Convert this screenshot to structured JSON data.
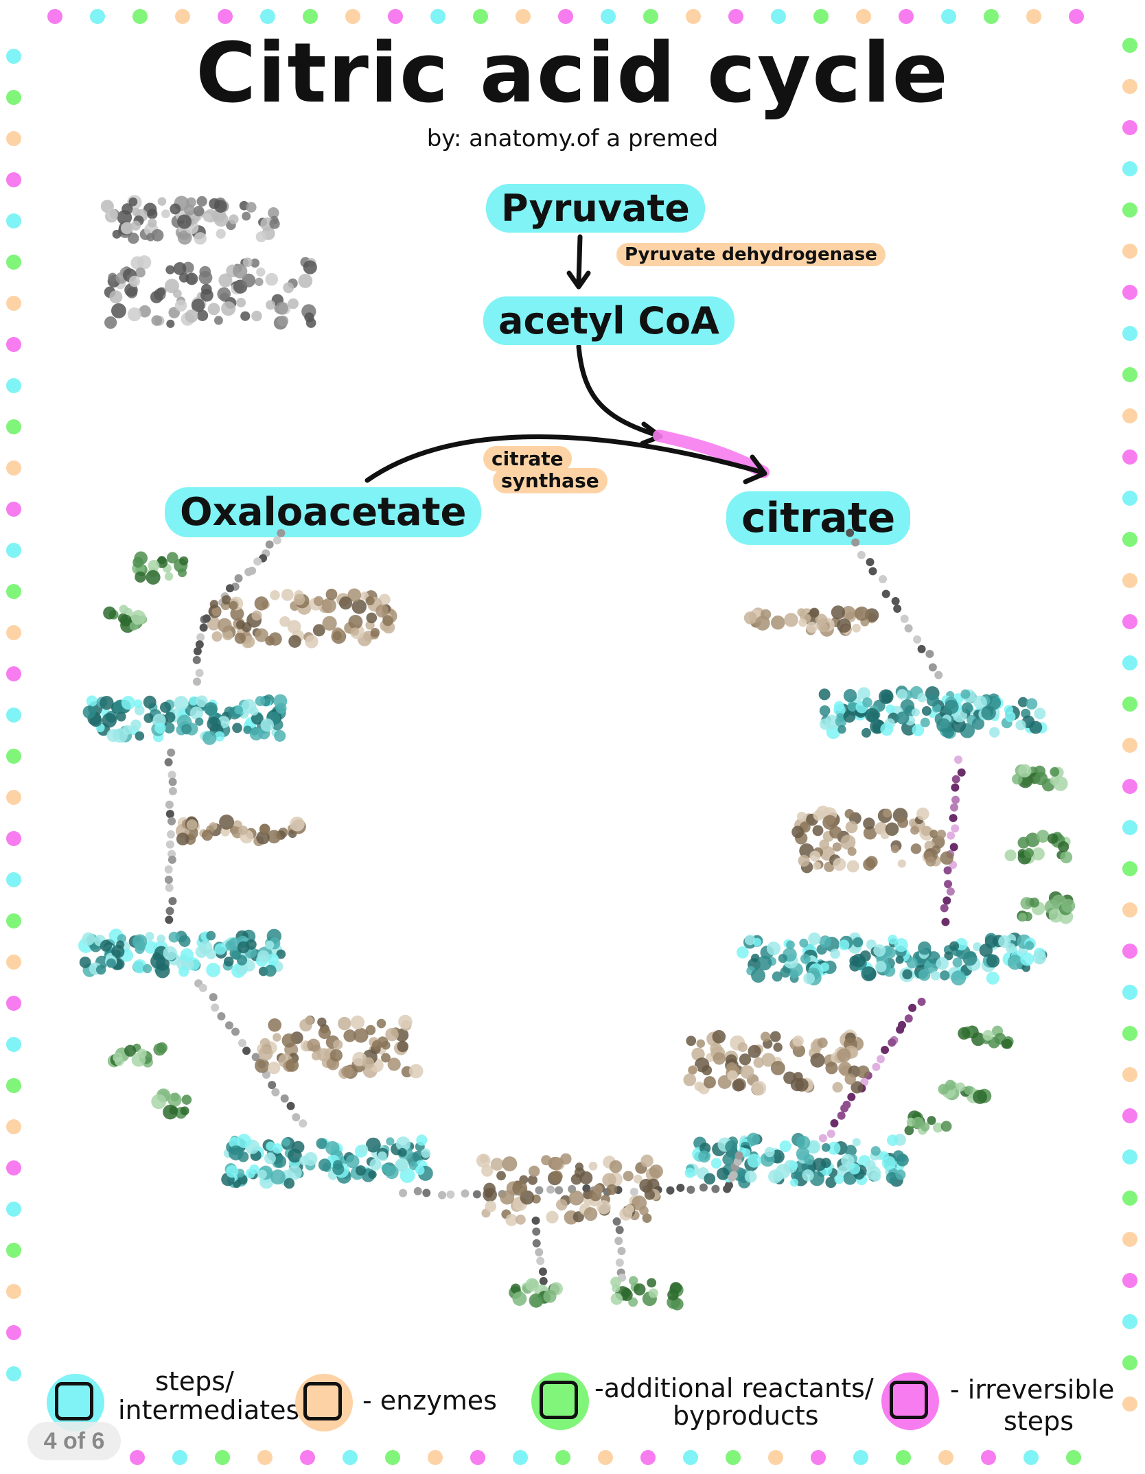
{
  "title": "Citric acid cycle",
  "subtitle": "by: anatomy.of a premed",
  "nodes": {
    "pyruvate": "Pyruvate",
    "acetyl_coa": "acetyl CoA",
    "oxaloacetate": "Oxaloacetate",
    "citrate": "citrate"
  },
  "enzymes": {
    "pyruvate_dehydrogenase": "Pyruvate dehydrogenase",
    "citrate_synthase_line1": "citrate",
    "citrate_synthase_line2": "synthase"
  },
  "legend": [
    {
      "color": "#7ff3f5",
      "line1": "steps/",
      "line2": "intermediates"
    },
    {
      "color": "#fdd3a6",
      "line1": "- enzymes",
      "line2": ""
    },
    {
      "color": "#80f57a",
      "line1": "-additional reactants/",
      "line2": "byproducts"
    },
    {
      "color": "#f77cf0",
      "line1": "- irreversible",
      "line2": "steps"
    }
  ],
  "page_indicator": "4 of 6",
  "colors": {
    "intermediate": "#7ff3f5",
    "enzyme": "#fdd3a6",
    "reactant": "#80f57a",
    "irreversible": "#f77cf0",
    "dot_palette": [
      "#f77cf0",
      "#7ff3f5",
      "#80f57a",
      "#fdd3a6"
    ]
  }
}
